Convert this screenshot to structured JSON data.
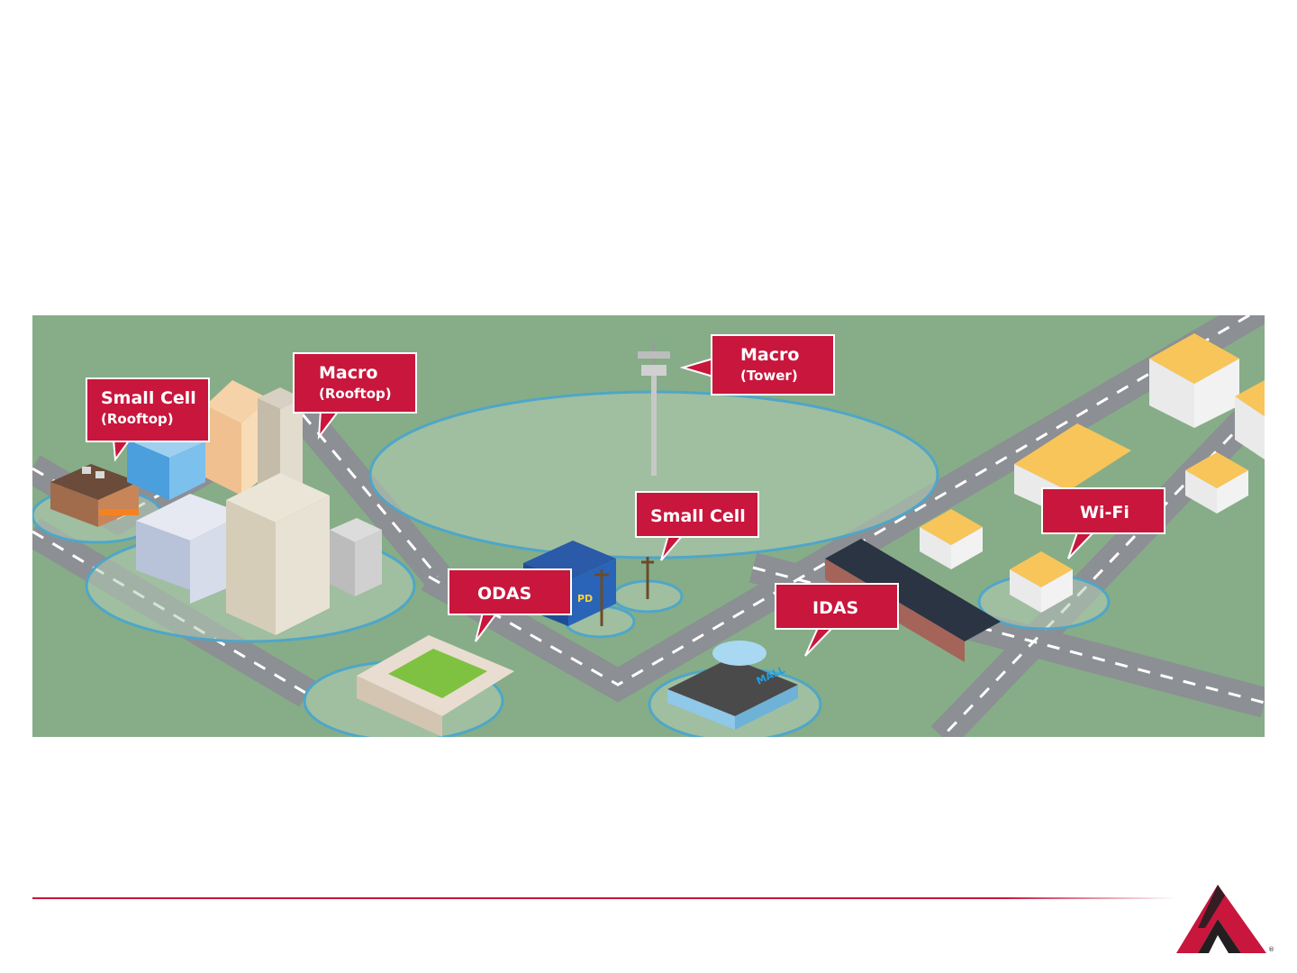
{
  "diagram": {
    "callouts": {
      "small_cell_rooftop": {
        "title": "Small Cell",
        "subtitle": "(Rooftop)"
      },
      "macro_rooftop": {
        "title": "Macro",
        "subtitle": "(Rooftop)"
      },
      "macro_tower": {
        "title": "Macro",
        "subtitle": "(Tower)"
      },
      "small_cell": {
        "title": "Small Cell"
      },
      "odas": {
        "title": "ODAS"
      },
      "idas": {
        "title": "IDAS"
      },
      "wifi": {
        "title": "Wi-Fi"
      }
    },
    "building_signs": {
      "police": "PD",
      "mall": "MALL"
    }
  },
  "colors": {
    "callout": "#c8163c",
    "ground": "#86ad88",
    "road": "#8c8f93",
    "coverage_edge": "#4fa6c8",
    "footer_rule": "#c8163c",
    "logo_red": "#c8163c",
    "logo_dark": "#231f20"
  },
  "icons": {
    "logo": "company-logo-icon"
  }
}
